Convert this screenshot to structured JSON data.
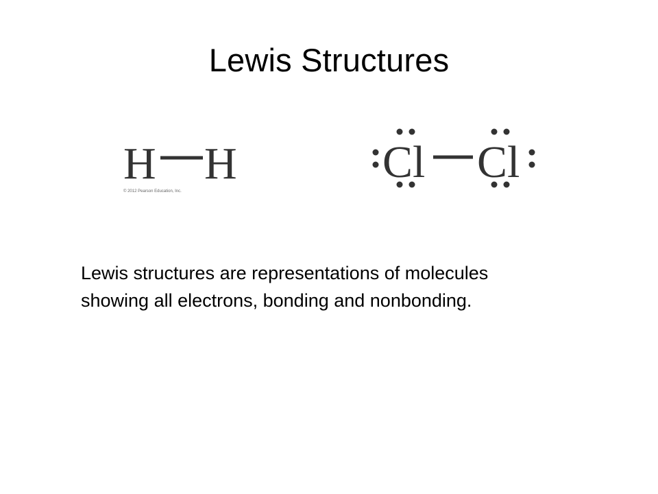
{
  "slide": {
    "title": "Lewis Structures",
    "copyright": "© 2012 Pearson Education, Inc.",
    "body_lines": [
      "Lewis structures are representations of molecules",
      "showing all electrons, bonding and nonbonding."
    ]
  },
  "molecules": {
    "h2": {
      "atom_left": "H",
      "atom_right": "H"
    },
    "cl2": {
      "atom_left": "Cl",
      "atom_right": "Cl"
    }
  },
  "colors": {
    "text": "#000000",
    "structure": "#333333",
    "background": "#ffffff"
  }
}
